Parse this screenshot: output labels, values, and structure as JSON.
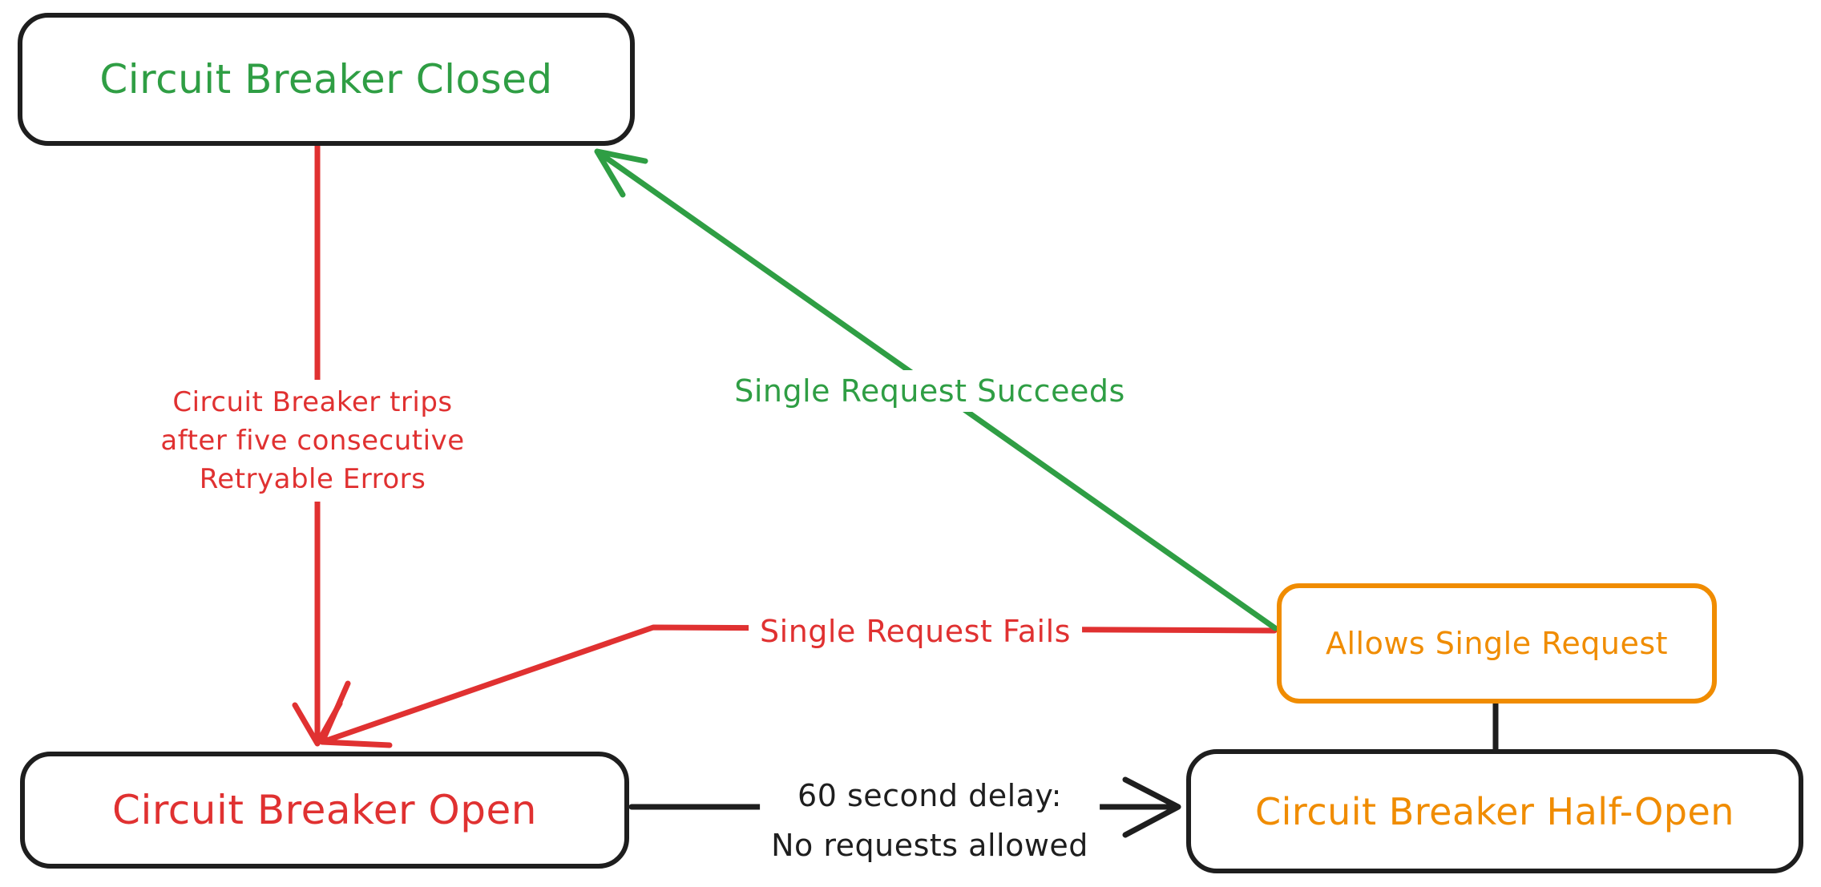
{
  "nodes": {
    "closed": {
      "label": "Circuit Breaker Closed",
      "text_color": "#2f9e44",
      "border_color": "#1e1e1e"
    },
    "open": {
      "label": "Circuit Breaker Open",
      "text_color": "#e03131",
      "border_color": "#1e1e1e"
    },
    "half_open": {
      "label": "Circuit Breaker Half-Open",
      "text_color": "#f08c00",
      "border_color": "#1e1e1e"
    },
    "allows": {
      "label": "Allows Single Request",
      "text_color": "#f08c00",
      "border_color": "#f08c00"
    }
  },
  "edges": {
    "trips": {
      "line1": "Circuit Breaker trips",
      "line2": "after five consecutive",
      "line3": "Retryable Errors",
      "color": "#e03131",
      "from": "closed",
      "to": "open"
    },
    "succeeds": {
      "label": "Single Request Succeeds",
      "color": "#2f9e44",
      "from": "allows",
      "to": "closed"
    },
    "fails": {
      "label": "Single Request Fails",
      "color": "#e03131",
      "from": "allows",
      "to": "open"
    },
    "delay": {
      "line1": "60 second delay:",
      "line2": "No requests allowed",
      "color": "#1e1e1e",
      "from": "open",
      "to": "half_open"
    },
    "allows_link": {
      "color": "#1e1e1e",
      "from": "allows",
      "to": "half_open"
    }
  },
  "colors": {
    "green": "#2f9e44",
    "red": "#e03131",
    "orange": "#f08c00",
    "black": "#1e1e1e",
    "background": "#ffffff"
  }
}
